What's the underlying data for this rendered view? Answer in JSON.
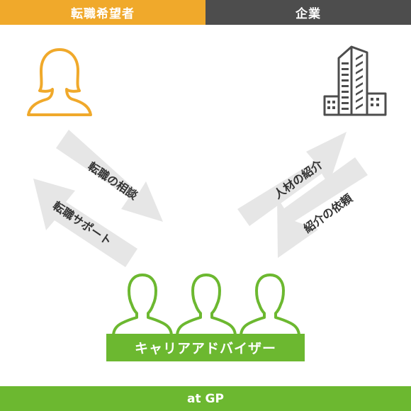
{
  "header": {
    "job_seeker": "転職希望者",
    "company": "企業"
  },
  "arrows": {
    "consultation": "転職の相談",
    "support": "転職サポート",
    "introduce_talent": "人材の紹介",
    "request_introduction": "紹介の依頼"
  },
  "advisor": {
    "label": "キャリアアドバイザー"
  },
  "footer": {
    "label": "at GP"
  },
  "icons": {
    "job_seeker": "person-icon",
    "company": "building-icon",
    "advisors": "advisor-group-icon"
  },
  "colors": {
    "job_seeker": "#f0a92b",
    "company": "#4d4d4d",
    "advisor": "#6cb830",
    "arrow": "#e6e6e6"
  }
}
